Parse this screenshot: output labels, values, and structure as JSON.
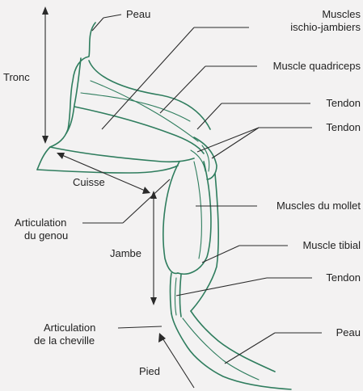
{
  "diagram": {
    "labels": {
      "peau_top": "Peau",
      "muscles_ischio_1": "Muscles",
      "muscles_ischio_2": "ischio-jambiers",
      "muscle_quadriceps": "Muscle quadriceps",
      "tendon_1": "Tendon",
      "tendon_2": "Tendon",
      "tronc": "Tronc",
      "cuisse": "Cuisse",
      "articulation_genou_1": "Articulation",
      "articulation_genou_2": "du genou",
      "muscles_mollet": "Muscles du mollet",
      "jambe": "Jambe",
      "muscle_tibial": "Muscle tibial",
      "tendon_3": "Tendon",
      "articulation_cheville_1": "Articulation",
      "articulation_cheville_2": "de la cheville",
      "peau_bottom": "Peau",
      "pied": "Pied"
    },
    "colors": {
      "outline": "#2f7d5e",
      "leader": "#2a2a2a",
      "text": "#222222",
      "background": "#f3f2f2"
    }
  }
}
